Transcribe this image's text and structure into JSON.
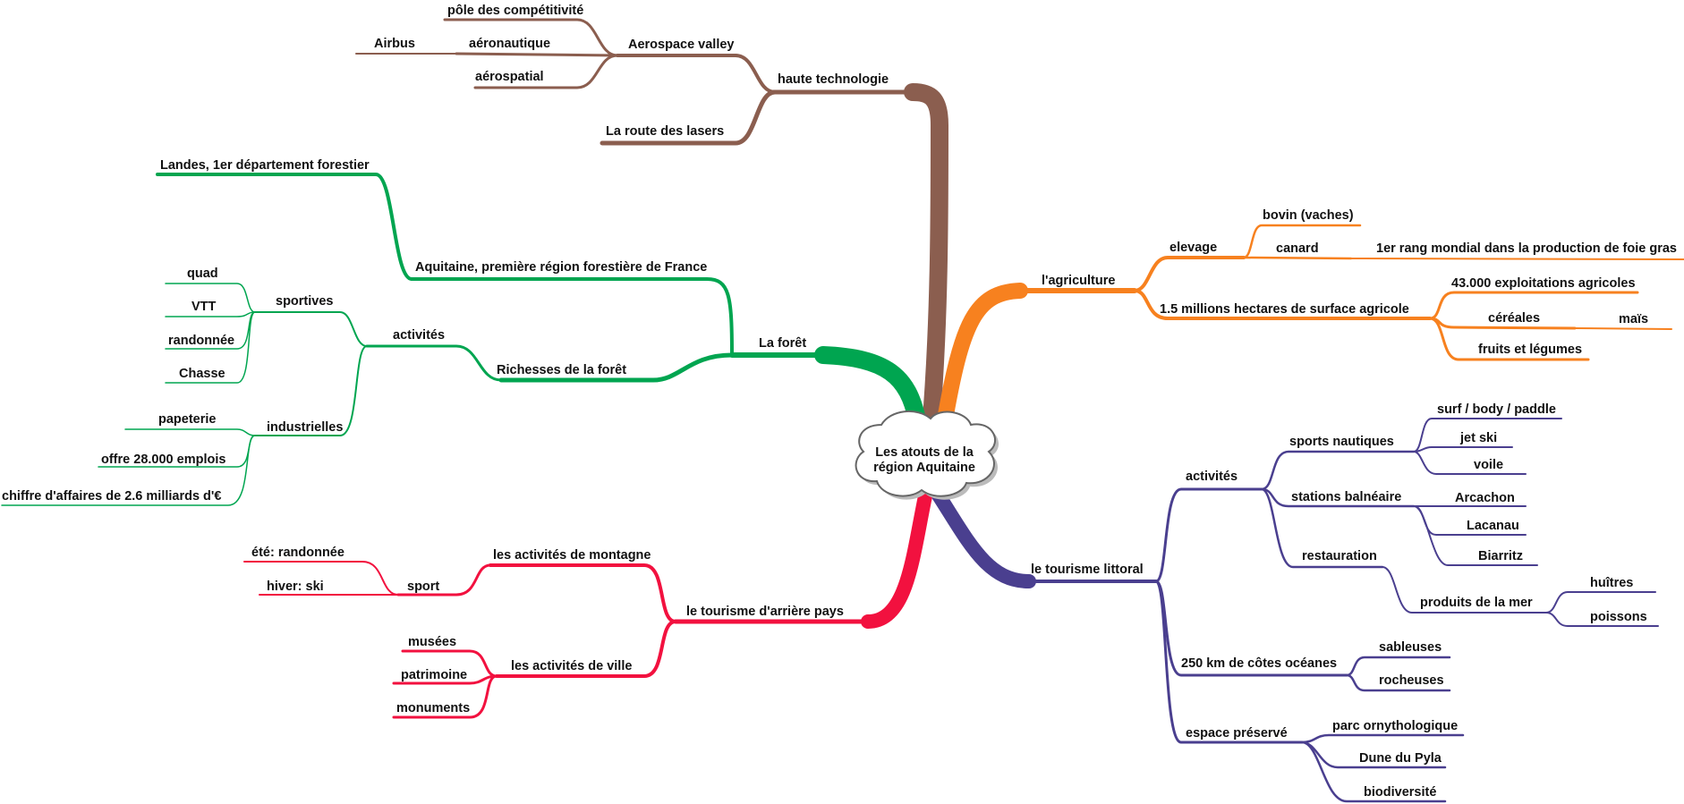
{
  "colors": {
    "haute": "#8B5E4F",
    "foret": "#00A550",
    "agri": "#F7811F",
    "littoral": "#4A3F8F",
    "arriere": "#F2113F",
    "text": "#111111",
    "background": "#FFFFFF",
    "cloud_fill": "#FFFFFF",
    "cloud_stroke": "#666666"
  },
  "center": {
    "line1": "Les atouts de la",
    "line2": "région Aquitaine"
  },
  "haute_technologie": {
    "label": "haute technologie",
    "aerospace": {
      "label": "Aerospace valley",
      "poles": "pôle des compétitivité",
      "aeronautique": "aéronautique",
      "airbus": "Airbus",
      "aerospatial": "aérospatial"
    },
    "lasers": "La route des lasers"
  },
  "foret": {
    "label": "La forêt",
    "region": "Aquitaine, première région forestière de France",
    "landes": "Landes, 1er département forestier",
    "richesses": "Richesses de la forêt",
    "activites": "activités",
    "sportives": {
      "label": "sportives",
      "items": [
        "quad",
        "VTT",
        "randonnée",
        "Chasse"
      ]
    },
    "industrielles": {
      "label": "industrielles",
      "items": [
        "papeterie",
        "offre 28.000 emplois",
        "chiffre d'affaires de 2.6 milliards d'€"
      ]
    }
  },
  "agriculture": {
    "label": "l'agriculture",
    "elevage": {
      "label": "elevage",
      "bovin": "bovin (vaches)",
      "canard": "canard",
      "foie_gras": "1er rang mondial dans la production de foie gras"
    },
    "surface": {
      "label": "1.5 millions hectares de surface agricole",
      "exploitations": "43.000 exploitations agricoles",
      "cereales": "céréales",
      "mais": "maïs",
      "fruits": "fruits et légumes"
    }
  },
  "littoral": {
    "label": "le tourisme littoral",
    "activites": {
      "label": "activités",
      "nautiques": {
        "label": "sports nautiques",
        "items": [
          "surf / body / paddle",
          "jet ski",
          "voile"
        ]
      },
      "stations": {
        "label": "stations balnéaire",
        "items": [
          "Arcachon",
          "Lacanau",
          "Biarritz"
        ]
      },
      "restauration": {
        "label": "restauration",
        "produits": "produits de la mer",
        "items": [
          "huîtres",
          "poissons"
        ]
      }
    },
    "cotes": {
      "label": "250 km de côtes océanes",
      "items": [
        "sableuses",
        "rocheuses"
      ]
    },
    "espace": {
      "label": "espace préservé",
      "items": [
        "parc ornythologique",
        "Dune du Pyla",
        "biodiversité"
      ]
    }
  },
  "arriere_pays": {
    "label": "le tourisme d'arrière pays",
    "montagne": {
      "label": "les activités de montagne",
      "sport": "sport",
      "items": [
        "été: randonnée",
        "hiver: ski"
      ]
    },
    "ville": {
      "label": "les activités de ville",
      "items": [
        "musées",
        "patrimoine",
        "monuments"
      ]
    }
  }
}
